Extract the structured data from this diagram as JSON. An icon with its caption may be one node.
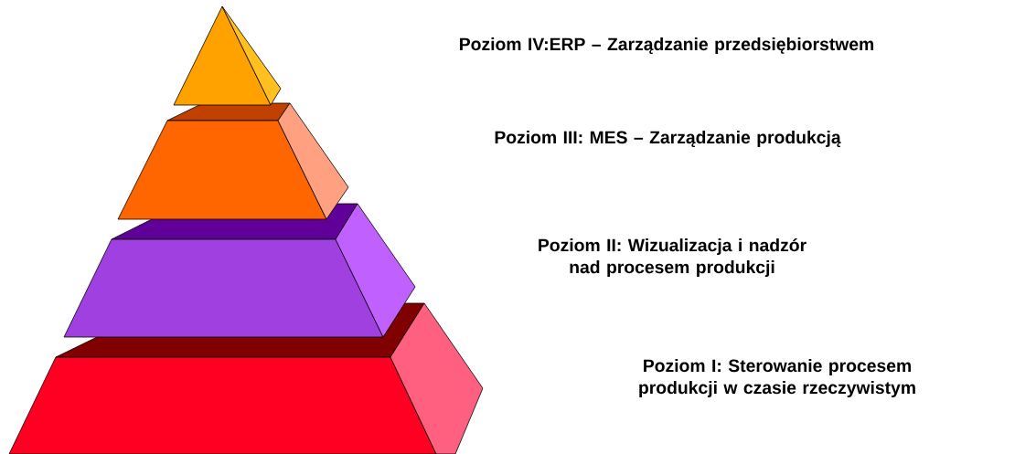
{
  "diagram": {
    "nodes": [
      {
        "text": [
          "Poziom IV:ERP – Zarządzanie przedsiębiorstwem"
        ]
      },
      {
        "text": [
          "Poziom III: MES – Zarządzanie produkcją"
        ]
      },
      {
        "text": [
          "Poziom II: Wizualizacja i nadzór nad procesem produkcji"
        ]
      },
      {
        "text": [
          "Poziom I: Sterowanie procesem produkcji w czasie rzeczywistym"
        ]
      }
    ]
  }
}
